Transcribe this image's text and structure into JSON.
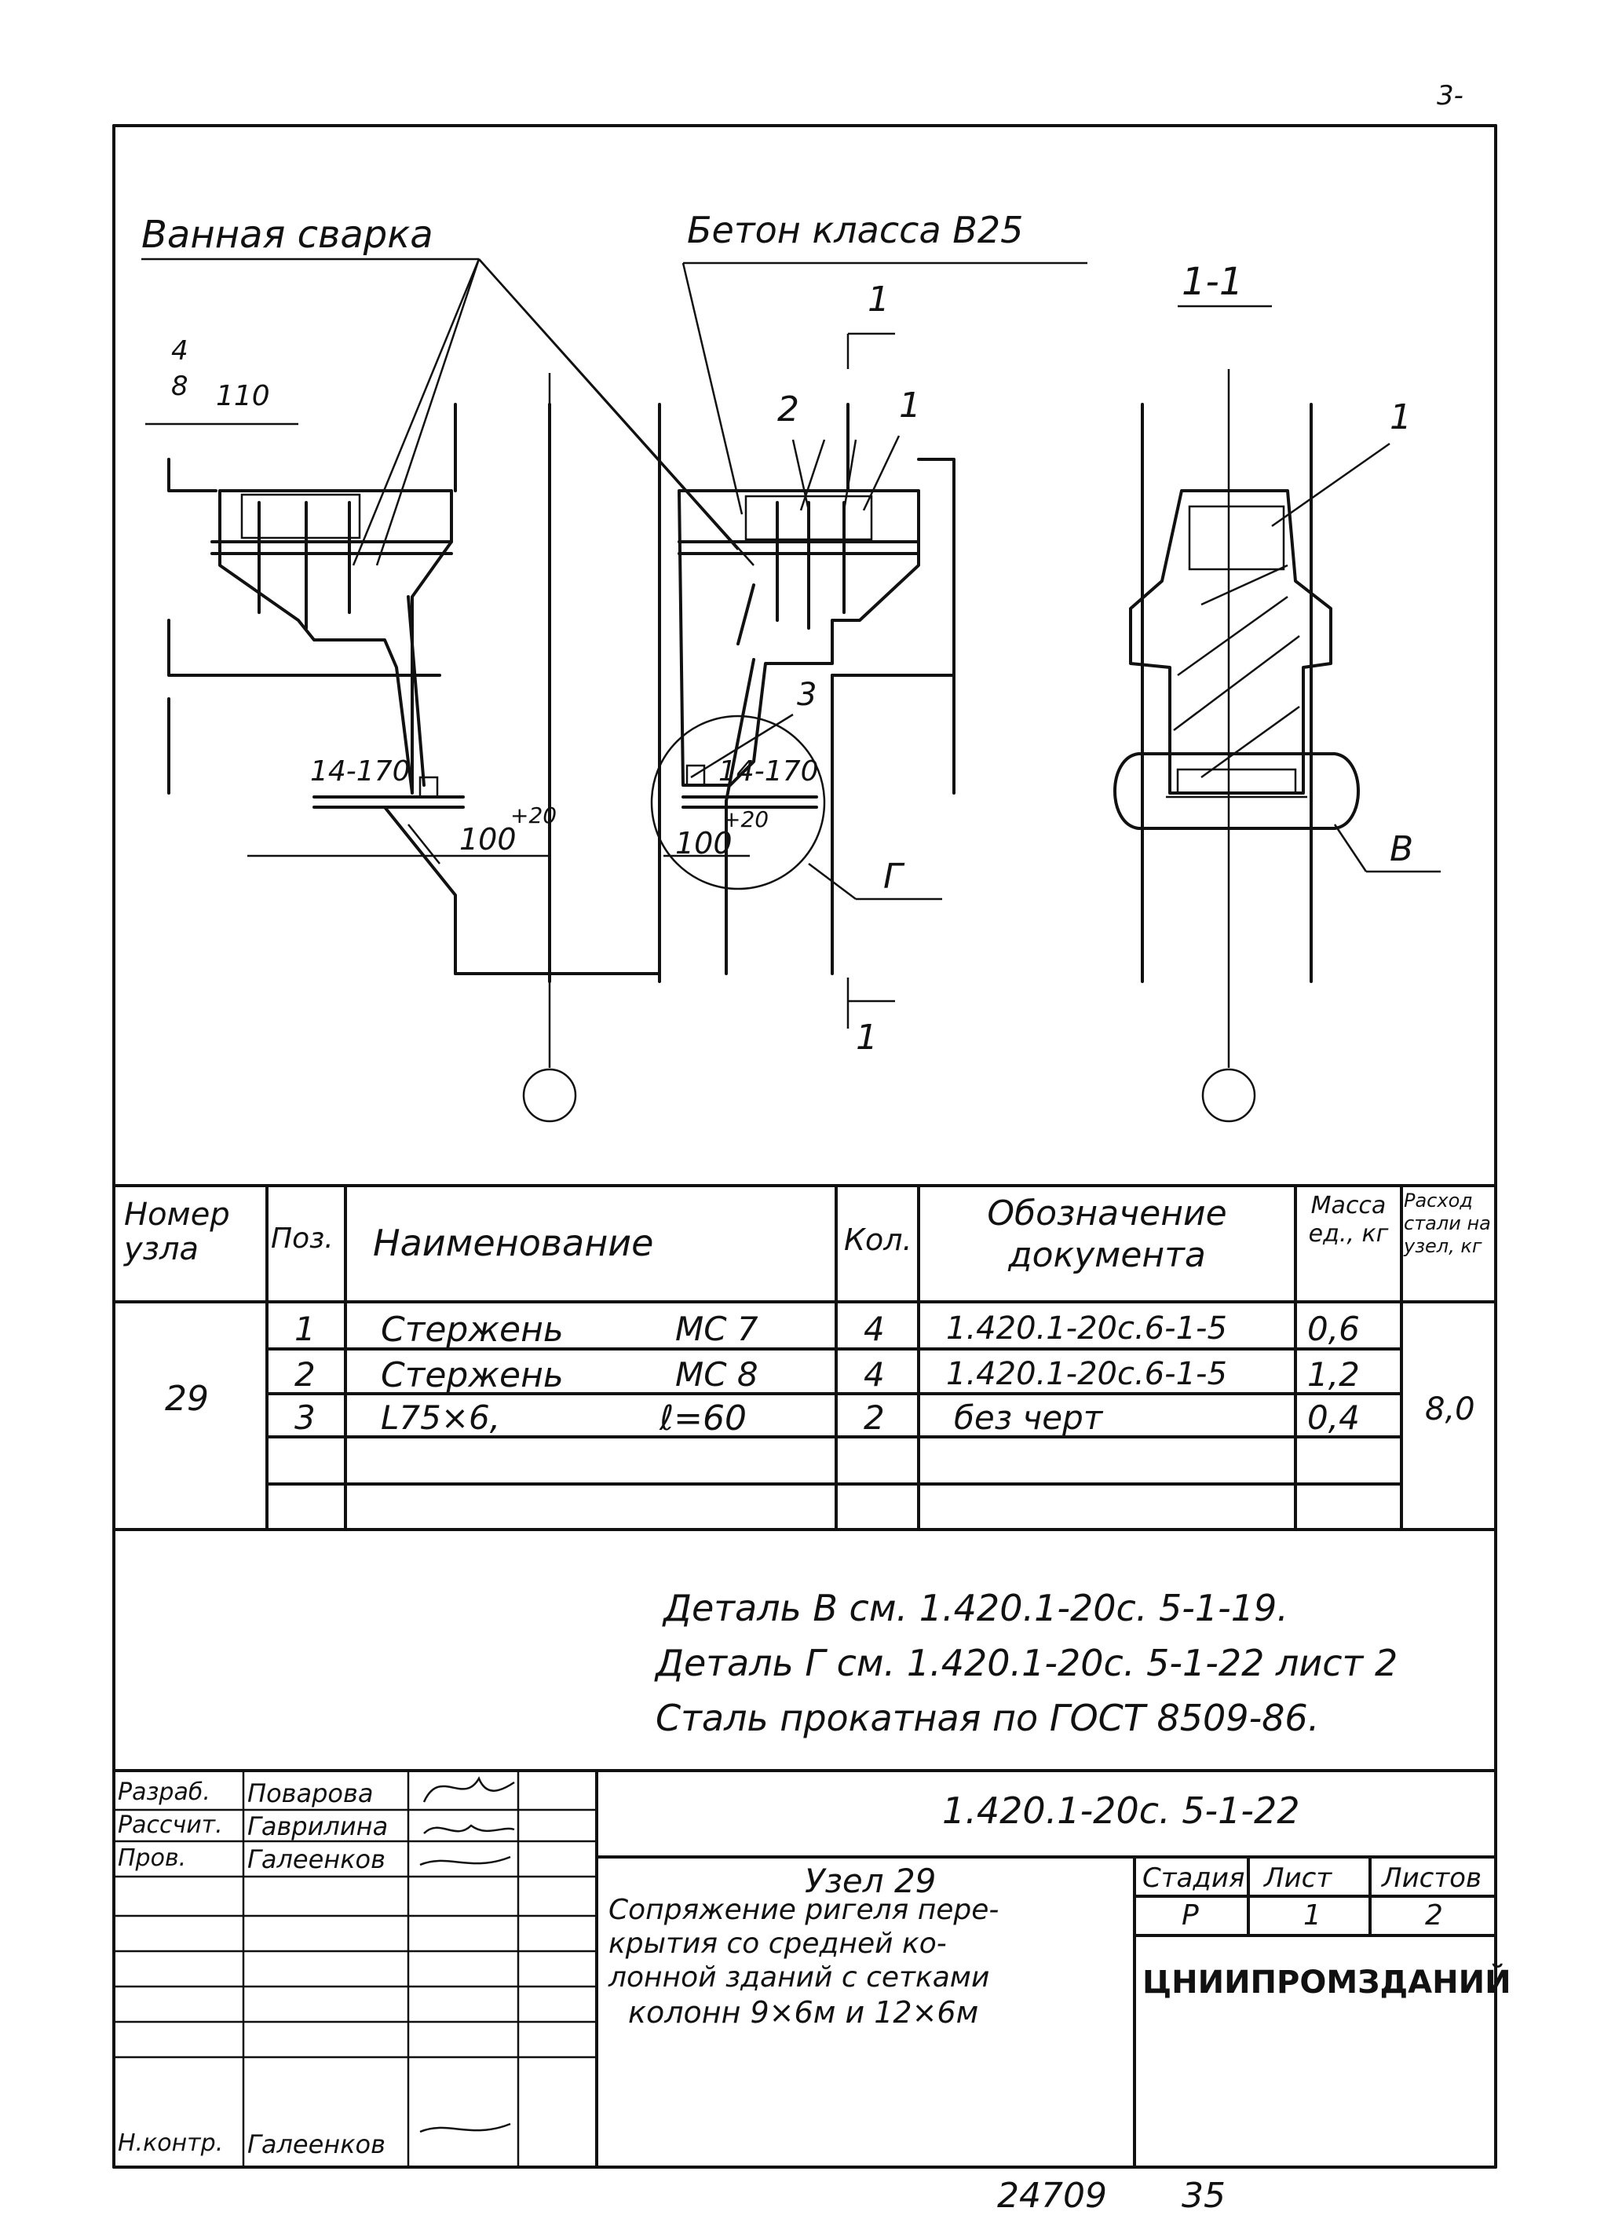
{
  "page_mark": "3-",
  "drawing": {
    "callouts": {
      "welding": "Ванная сварка",
      "concrete": "Бетон класса В25",
      "section_title": "1-1",
      "section_mark": "1",
      "stirrup_fraction_top": "4",
      "stirrup_fraction_bottom": "8",
      "stirrup_spacing": "110",
      "pos_2": "2",
      "pos_1": "1",
      "pos_3": "3",
      "weld_left": "14-170",
      "weld_right": "14-170",
      "gap_left": "100",
      "gap_left_tol": "+20",
      "gap_right": "100",
      "gap_right_tol": "+20",
      "detail_G": "Г",
      "detail_V": "В",
      "section_pos_1": "1"
    }
  },
  "spec_table": {
    "headers": {
      "node_no": "Номер узла",
      "pos": "Поз.",
      "name": "Наименование",
      "qty": "Кол.",
      "doc": "Обозначение документа",
      "mass": "Масса ед., кг",
      "steel": "Расход стали на узел, кг"
    },
    "node": "29",
    "total": "8,0",
    "rows": [
      {
        "pos": "1",
        "name": "Стержень",
        "mark": "МС 7",
        "qty": "4",
        "doc": "1.420.1-20с.6-1-5",
        "mass": "0,6"
      },
      {
        "pos": "2",
        "name": "Стержень",
        "mark": "МС 8",
        "qty": "4",
        "doc": "1.420.1-20с.6-1-5",
        "mass": "1,2"
      },
      {
        "pos": "3",
        "name": "L75×6,",
        "mark": "ℓ=60",
        "qty": "2",
        "doc": "без черт",
        "mass": "0,4"
      }
    ]
  },
  "notes": [
    "Деталь В см. 1.420.1-20с. 5-1-19.",
    "Деталь Г см. 1.420.1-20с. 5-1-22 лист 2",
    "Сталь прокатная по ГОСТ 8509-86."
  ],
  "title_block": {
    "roles": [
      "Разраб.",
      "Рассчит.",
      "Пров.",
      "",
      "",
      "",
      "",
      "Н.контр."
    ],
    "names": [
      "Поварова",
      "Гаврилина",
      "Галеенков",
      "",
      "",
      "",
      "",
      "Галеенков"
    ],
    "doc_code": "1.420.1-20с. 5-1-22",
    "title": "Узел 29",
    "desc_lines": [
      "Сопряжение ригеля пере-",
      "крытия со средней ко-",
      "лонной зданий с сетками",
      "колонн 9×6м и 12×6м"
    ],
    "stage_label": "Стадия",
    "sheet_label": "Лист",
    "sheets_label": "Листов",
    "stage": "Р",
    "sheet": "1",
    "sheets": "2",
    "org": "ЦНИИПРОМЗДАНИЙ"
  },
  "footer": {
    "number": "24709",
    "page": "35"
  }
}
